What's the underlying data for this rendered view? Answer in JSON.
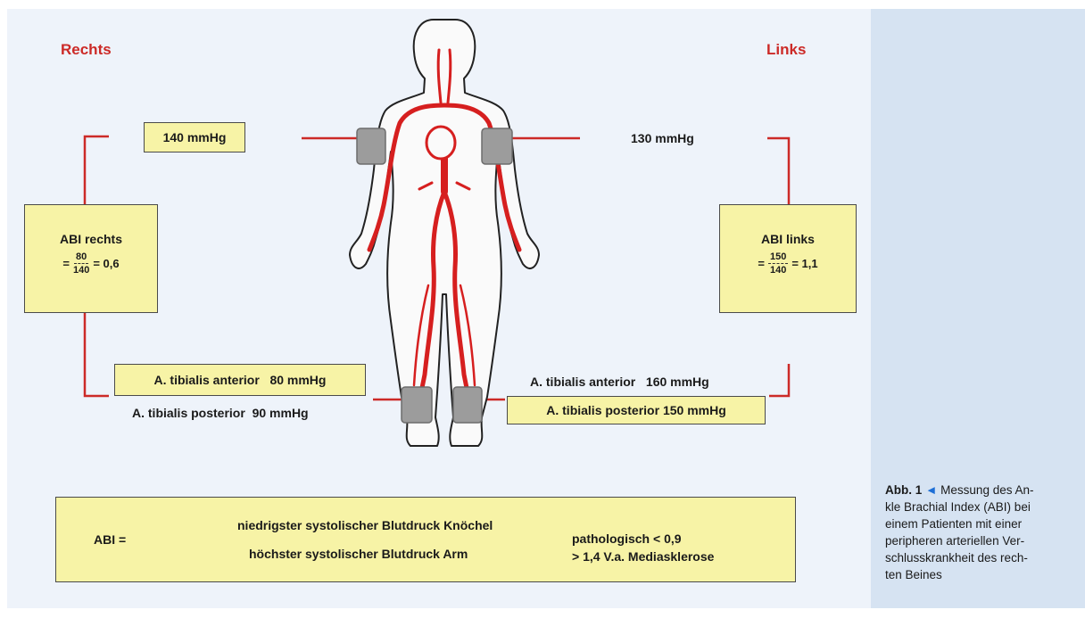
{
  "headings": {
    "right_side": "Rechts",
    "left_side": "Links"
  },
  "pressures": {
    "arm_right": "140 mmHg",
    "arm_left": "130 mmHg",
    "tib_ant_right": "A. tibialis anterior   80 mmHg",
    "tib_post_right": "A. tibialis posterior  90 mmHg",
    "tib_ant_left": "A. tibialis anterior   160 mmHg",
    "tib_post_left": "A. tibialis posterior 150 mmHg"
  },
  "abi_right": {
    "title": "ABI rechts",
    "prefix": "=",
    "numerator": "80",
    "denominator": "140",
    "result": "= 0,6"
  },
  "abi_left": {
    "title": "ABI links",
    "prefix": "=",
    "numerator": "150",
    "denominator": "140",
    "result": "= 1,1"
  },
  "formula": {
    "lhs": "ABI =",
    "numerator": "niedrigster systolischer Blutdruck Knöchel",
    "denominator": "höchster systolischer Blutdruck Arm",
    "result_line1": "pathologisch < 0,9",
    "result_line2": "> 1,4 V.a. Mediasklerose"
  },
  "caption": {
    "label": "Abb. 1",
    "marker": "◄",
    "lines": [
      "Messung des An-",
      "kle Brachial Index (ABI) bei",
      "einem Patienten mit einer",
      "peripheren arteriellen Ver-",
      "schlusskrankheit des rech-",
      "ten Beines"
    ]
  },
  "colors": {
    "accent_red": "#cc2a27",
    "box_fill": "#f7f3a6",
    "panel_bg": "#eef3fa",
    "caption_bg": "#d6e3f2",
    "caption_marker": "#1e6fd6"
  }
}
